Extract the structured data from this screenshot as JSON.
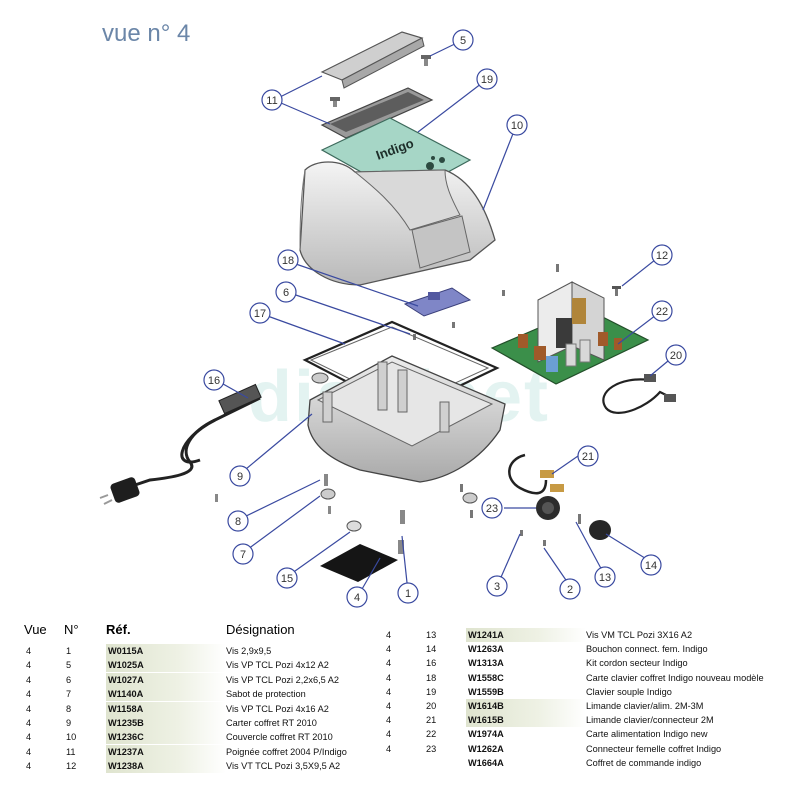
{
  "view_title": "vue n° 4",
  "watermark": "distrinet",
  "screen_text": "Indigo",
  "callouts": [
    "1",
    "2",
    "3",
    "4",
    "5",
    "6",
    "7",
    "8",
    "9",
    "10",
    "11",
    "12",
    "13",
    "14",
    "15",
    "16",
    "17",
    "18",
    "19",
    "20",
    "21",
    "22",
    "23"
  ],
  "table": {
    "headers": {
      "vue": "Vue",
      "no": "N°",
      "ref": "Réf.",
      "designation": "Désignation"
    },
    "left_rows": [
      {
        "vue": "4",
        "no": "1",
        "ref": "W0115A",
        "designation": "Vis 2,9x9,5",
        "highlight": true
      },
      {
        "vue": "4",
        "no": "5",
        "ref": "W1025A",
        "designation": "Vis VP TCL Pozi 4x12 A2",
        "highlight": true
      },
      {
        "vue": "4",
        "no": "6",
        "ref": "W1027A",
        "designation": "Vis VP TCL Pozi 2,2x6,5 A2",
        "highlight": true
      },
      {
        "vue": "4",
        "no": "7",
        "ref": "W1140A",
        "designation": "Sabot de protection",
        "highlight": true
      },
      {
        "vue": "4",
        "no": "8",
        "ref": "W1158A",
        "designation": "Vis VP TCL Pozi 4x16 A2",
        "highlight": true
      },
      {
        "vue": "4",
        "no": "9",
        "ref": "W1235B",
        "designation": "Carter coffret RT 2010",
        "highlight": true
      },
      {
        "vue": "4",
        "no": "10",
        "ref": "W1236C",
        "designation": "Couvercle coffret RT 2010",
        "highlight": true
      },
      {
        "vue": "4",
        "no": "11",
        "ref": "W1237A",
        "designation": "Poignée coffret 2004 P/Indigo",
        "highlight": true
      },
      {
        "vue": "4",
        "no": "12",
        "ref": "W1238A",
        "designation": "Vis VT TCL Pozi 3,5X9,5 A2",
        "highlight": true
      }
    ],
    "right_rows": [
      {
        "vue": "4",
        "no": "13",
        "ref": "W1241A",
        "designation": "Vis VM TCL Pozi 3X16 A2",
        "highlight": true
      },
      {
        "vue": "4",
        "no": "14",
        "ref": "W1263A",
        "designation": "Bouchon connect. fem. Indigo",
        "highlight": false
      },
      {
        "vue": "4",
        "no": "16",
        "ref": "W1313A",
        "designation": "Kit cordon secteur Indigo",
        "highlight": false
      },
      {
        "vue": "4",
        "no": "18",
        "ref": "W1558C",
        "designation": "Carte clavier coffret Indigo nouveau modèle",
        "highlight": false
      },
      {
        "vue": "4",
        "no": "19",
        "ref": "W1559B",
        "designation": "Clavier souple Indigo",
        "highlight": false
      },
      {
        "vue": "4",
        "no": "20",
        "ref": "W1614B",
        "designation": "Limande clavier/alim. 2M-3M",
        "highlight": true
      },
      {
        "vue": "4",
        "no": "21",
        "ref": "W1615B",
        "designation": "Limande clavier/connecteur 2M",
        "highlight": true
      },
      {
        "vue": "4",
        "no": "22",
        "ref": "W1974A",
        "designation": "Carte alimentation Indigo new",
        "highlight": false
      },
      {
        "vue": "4",
        "no": "23",
        "ref": "W1262A",
        "designation": "Connecteur femelle coffret Indigo",
        "highlight": false
      },
      {
        "vue": "",
        "no": "",
        "ref": "W1664A",
        "designation": "Coffret de commande indigo",
        "highlight": false
      }
    ]
  },
  "colors": {
    "title": "#6b86a8",
    "callout_line": "#3a4aa0",
    "highlight": "#dfe4cf",
    "board": "#3b8f4a",
    "screen": "#9fd3c4"
  }
}
